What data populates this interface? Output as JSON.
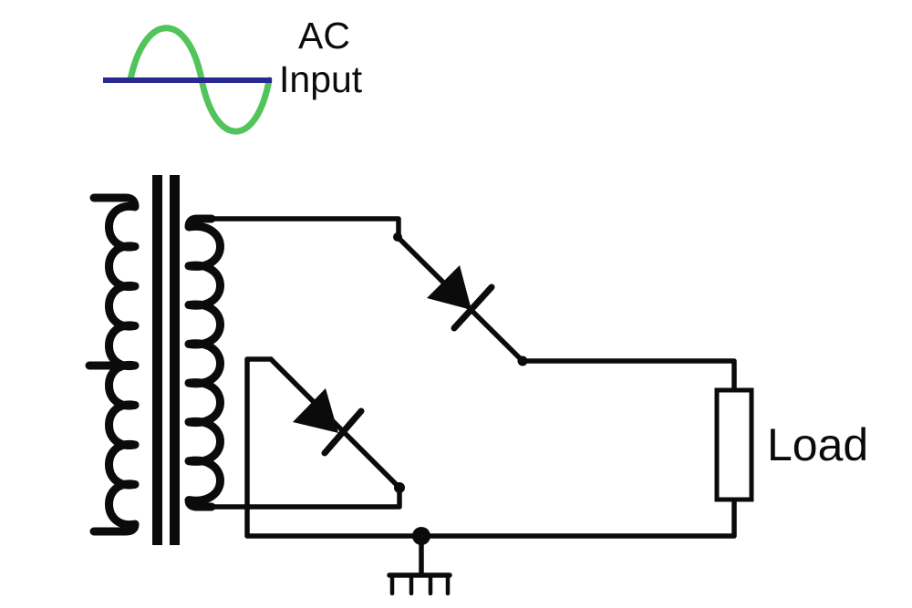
{
  "diagram": {
    "kind": "full-wave rectifier circuit schematic",
    "labels": {
      "ac_line1": "AC",
      "ac_line2": "Input",
      "load": "Load"
    },
    "colors": {
      "sine_wave_green": "#52c45c",
      "ac_axis_navy": "#28288f",
      "wire_black": "#0b0b0b",
      "background": "#ffffff"
    },
    "components": {
      "waveform": "ac-sine-wave",
      "transformer": "iron-core-transformer",
      "primary_leads": 3,
      "primary_coil_humps": 8,
      "secondary_coil_humps": 7,
      "diode_upper": "diode",
      "diode_lower": "diode",
      "load": "load-resistor",
      "ground": "ground-symbol",
      "junction": "junction-dot"
    }
  }
}
